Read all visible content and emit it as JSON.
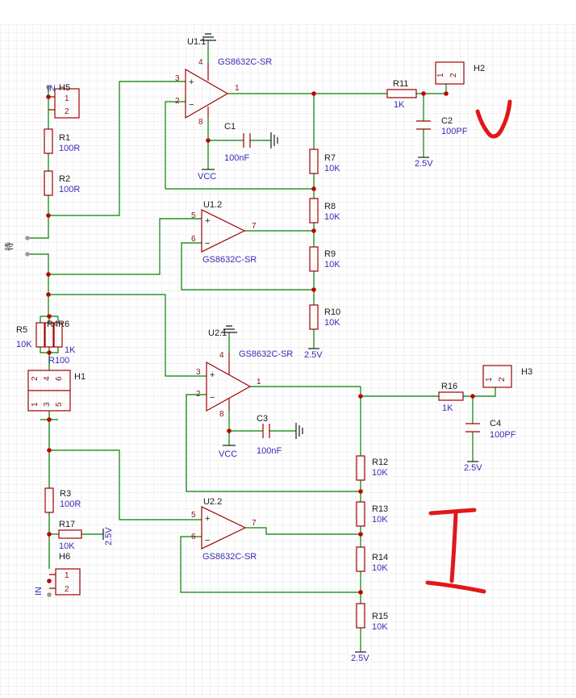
{
  "nets": {
    "vcc": "VCC",
    "v25": "2.5V",
    "in_plus": "IN",
    "in_minus": "IN",
    "side_mark": "待"
  },
  "opamps": [
    {
      "ref": "U1.1",
      "part": "GS8632C-SR",
      "pins": [
        "3",
        "2",
        "1",
        "4",
        "8"
      ]
    },
    {
      "ref": "U1.2",
      "part": "GS8632C-SR",
      "pins": [
        "5",
        "6",
        "7"
      ]
    },
    {
      "ref": "U2.1",
      "part": "GS8632C-SR",
      "pins": [
        "3",
        "2",
        "1",
        "4",
        "8"
      ]
    },
    {
      "ref": "U2.2",
      "part": "GS8632C-SR",
      "pins": [
        "5",
        "6",
        "7"
      ]
    }
  ],
  "resistors": [
    {
      "ref": "R1",
      "value": "100R"
    },
    {
      "ref": "R2",
      "value": "100R"
    },
    {
      "ref": "R3",
      "value": "100R"
    },
    {
      "ref": "R4",
      "value": "R100"
    },
    {
      "ref": "R5",
      "value": "10K"
    },
    {
      "ref": "R6",
      "value": "1K"
    },
    {
      "ref": "R7",
      "value": "10K"
    },
    {
      "ref": "R8",
      "value": "10K"
    },
    {
      "ref": "R9",
      "value": "10K"
    },
    {
      "ref": "R10",
      "value": "10K"
    },
    {
      "ref": "R11",
      "value": "1K"
    },
    {
      "ref": "R12",
      "value": "10K"
    },
    {
      "ref": "R13",
      "value": "10K"
    },
    {
      "ref": "R14",
      "value": "10K"
    },
    {
      "ref": "R15",
      "value": "10K"
    },
    {
      "ref": "R16",
      "value": "1K"
    },
    {
      "ref": "R17",
      "value": "10K"
    }
  ],
  "capacitors": [
    {
      "ref": "C1",
      "value": "100nF"
    },
    {
      "ref": "C2",
      "value": "100PF"
    },
    {
      "ref": "C3",
      "value": "100nF"
    },
    {
      "ref": "C4",
      "value": "100PF"
    }
  ],
  "headers": [
    {
      "ref": "H1",
      "pins": [
        "2",
        "4",
        "6",
        "1",
        "3",
        "5"
      ]
    },
    {
      "ref": "H2",
      "pins": [
        "1",
        "2"
      ]
    },
    {
      "ref": "H3",
      "pins": [
        "1",
        "2"
      ]
    },
    {
      "ref": "H5",
      "pins": [
        "1",
        "2"
      ]
    },
    {
      "ref": "H6",
      "pins": [
        "1",
        "2"
      ]
    }
  ],
  "annotations": {
    "voltage_mark": "V",
    "current_mark": "I",
    "ink_color": "#e01818"
  },
  "colors": {
    "wire": "#008000",
    "component": "#a00000",
    "label_blue": "#3a2ab5",
    "grid": "#e4e4e4"
  }
}
